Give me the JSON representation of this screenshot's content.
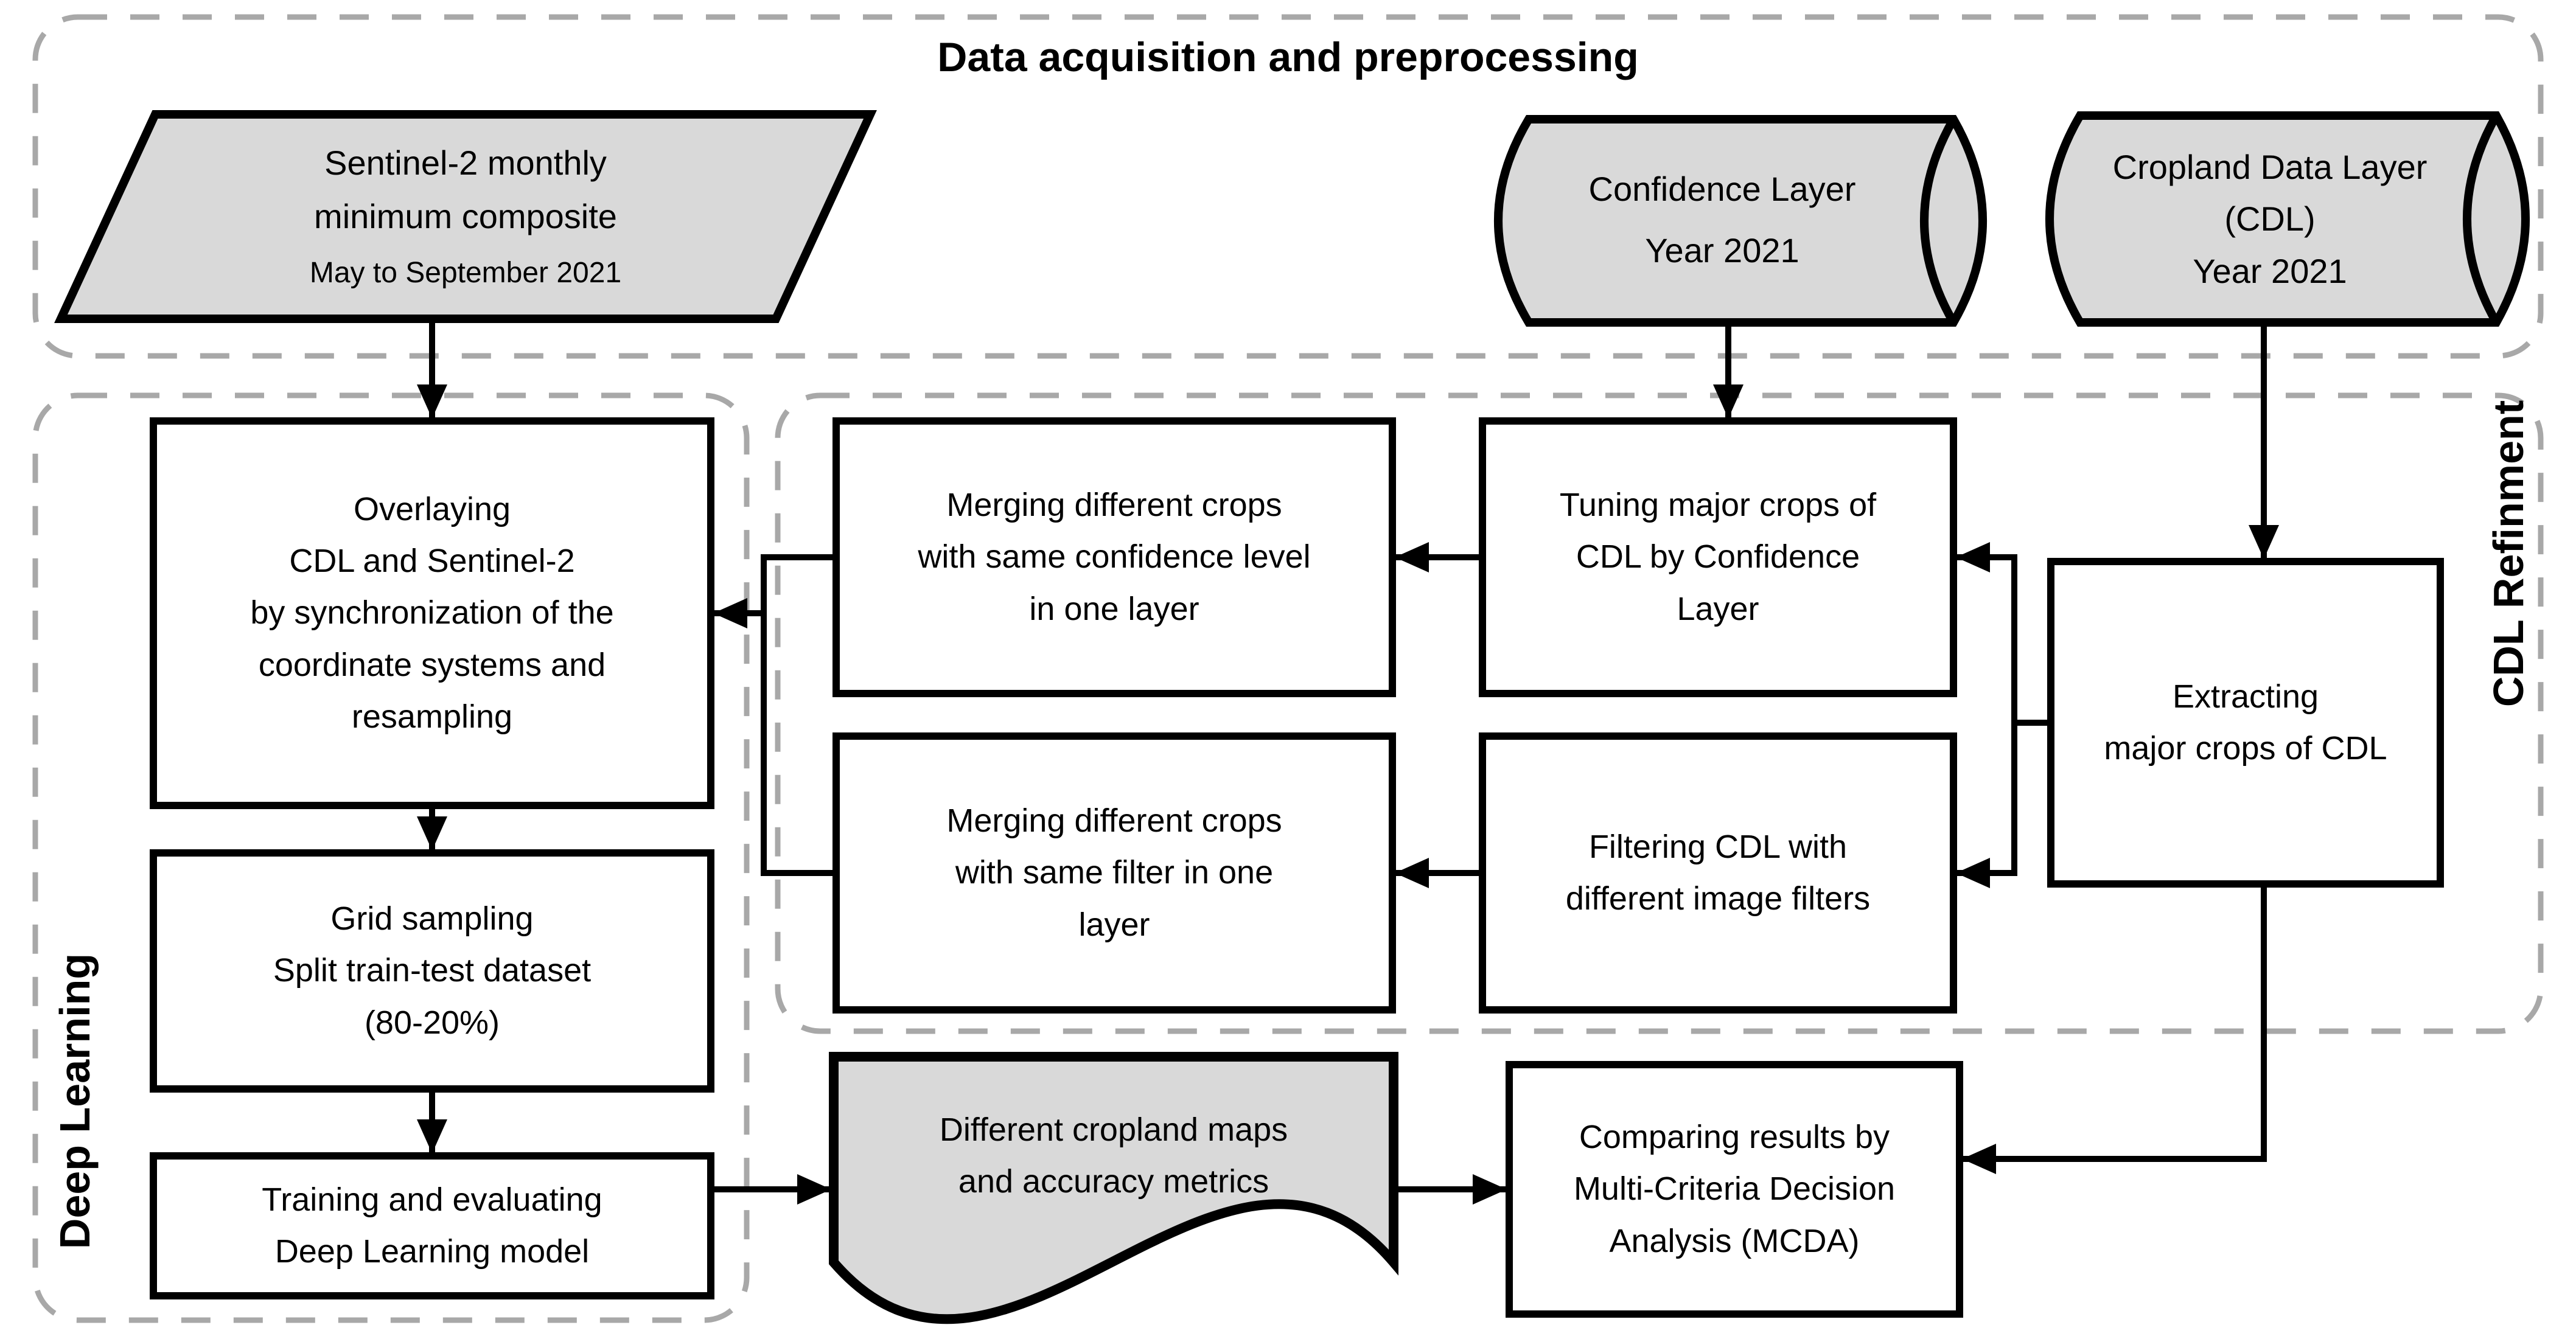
{
  "diagram": {
    "title": "Data acquisition and preprocessing",
    "sections": {
      "deep_learning": {
        "label": "Deep Learning"
      },
      "cdl_refinement": {
        "label": "CDL Refinment"
      }
    },
    "nodes": {
      "sentinel": {
        "title": "Sentinel-2 monthly\nminimum composite",
        "subtitle": "May to September 2021"
      },
      "confidence_layer": {
        "text": "Confidence Layer\nYear 2021"
      },
      "cdl": {
        "text": "Cropland Data Layer\n(CDL)\nYear 2021"
      },
      "overlaying": {
        "text": "Overlaying\nCDL and Sentinel-2\nby synchronization of the\ncoordinate systems and\nresampling"
      },
      "grid_sampling": {
        "text": "Grid sampling\nSplit train-test dataset\n(80-20%)"
      },
      "training": {
        "text": "Training and evaluating\nDeep Learning model"
      },
      "merging_confidence": {
        "text": "Merging different crops\nwith same confidence level\nin one layer"
      },
      "tuning": {
        "text": "Tuning major crops of\nCDL by Confidence\nLayer"
      },
      "extracting": {
        "text": "Extracting\nmajor crops of CDL"
      },
      "merging_filter": {
        "text": "Merging different crops\nwith same filter in one\nlayer"
      },
      "filtering": {
        "text": "Filtering CDL with\ndifferent image filters"
      },
      "cropland_maps": {
        "text": "Different cropland maps\nand accuracy metrics"
      },
      "comparing": {
        "text": "Comparing results by\nMulti-Criteria Decision\nAnalysis (MCDA)"
      }
    },
    "colors": {
      "shape_fill": "#d9d9d9",
      "box_fill": "#ffffff",
      "stroke": "#000000",
      "dashed_border": "#a8a8a8"
    }
  }
}
